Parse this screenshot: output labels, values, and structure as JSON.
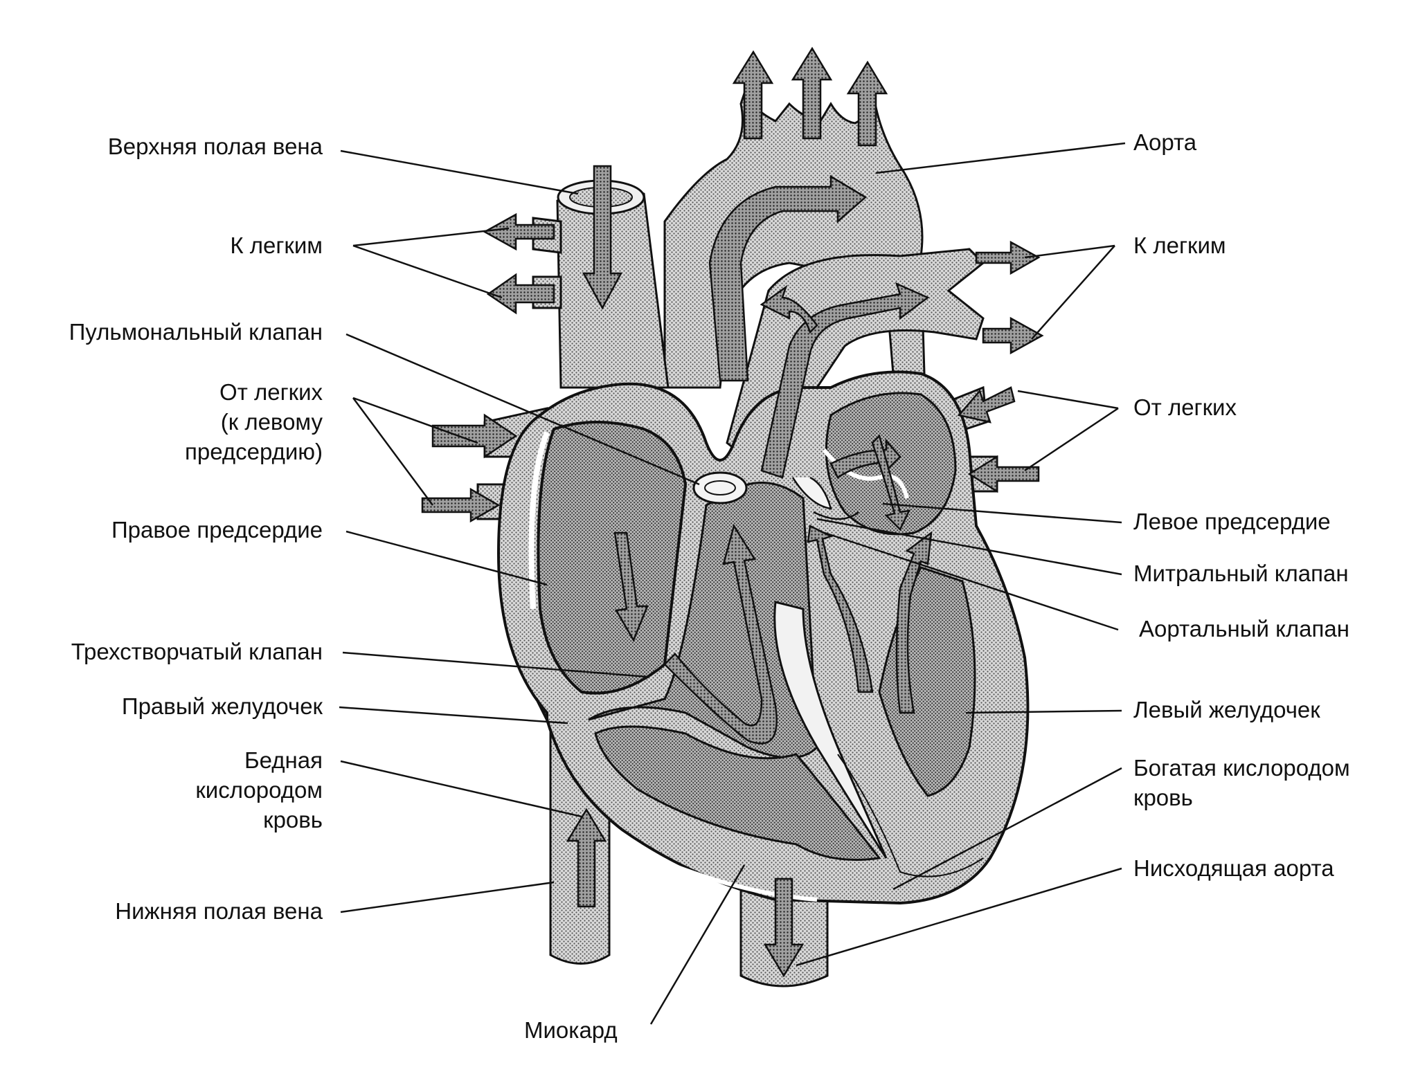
{
  "labels": {
    "svc": "Верхняя полая вена",
    "aorta": "Аорта",
    "to_lungs_left": "К легким",
    "to_lungs_right": "К легким",
    "pulm_valve": "Пульмональный клапан",
    "from_lungs_left": [
      "От легких",
      "(к левому",
      "предсердию)"
    ],
    "from_lungs_right": "От легких",
    "right_atrium": "Правое предсердие",
    "left_atrium": "Левое предсердие",
    "mitral_valve": "Митральный клапан",
    "aortic_valve": "Аортальный клапан",
    "tricuspid_valve": "Трехстворчатый клапан",
    "right_ventricle": "Правый желудочек",
    "left_ventricle": "Левый желудочек",
    "poor_blood": [
      "Бедная",
      "кислородом",
      "кровь"
    ],
    "rich_blood": [
      "Богатая кислородом",
      "кровь"
    ],
    "ivc": "Нижняя полая вена",
    "descending_aorta": "Нисходящая аорта",
    "myocardium": "Миокард"
  },
  "colors": {
    "ink": "#111111",
    "fill_dark": "#9e9e9e",
    "fill_light": "#cfcfcf",
    "arrow": "#8a8a8a",
    "background": "#ffffff"
  }
}
